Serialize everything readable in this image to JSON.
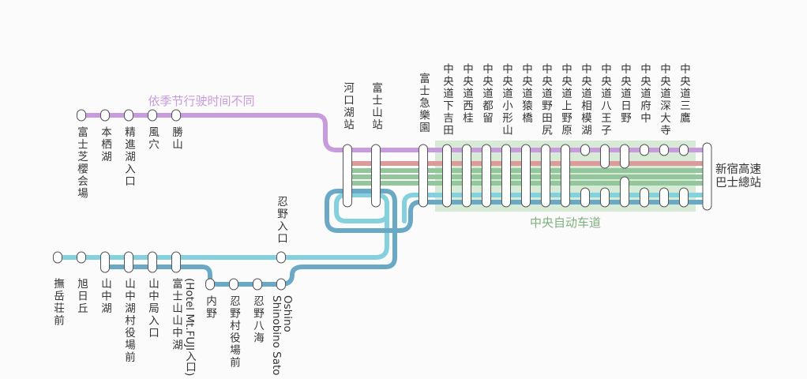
{
  "colors": {
    "purple": "#c89ade",
    "red": "#dd9a9a",
    "green": "#93c69a",
    "cyan": "#84d0dc",
    "blue": "#6aa9c6",
    "band": "#d7ead5",
    "band_label": "#7fb07f"
  },
  "labels": {
    "seasonal_note": "依季节行驶时间不同",
    "expressway": "中央自动车道",
    "terminal": [
      "新宿高速",
      "巴士總站"
    ]
  },
  "stations": {
    "kawaguchiko": "河口湖站",
    "fujisan": "富士山站",
    "fujikyu": "富士急樂園",
    "fujishiba": "富士芝櫻会場",
    "motosuko": "本栖湖",
    "shojiko": "精進湖入口",
    "fuketsu": "風穴",
    "katsuyama": "勝山",
    "oshino_entrance": "忍野入口",
    "chuo": [
      "中央道下吉田",
      "中央道西桂",
      "中央道都留",
      "中央道小形山",
      "中央道猿橋",
      "中央道野田尻",
      "中央道上野原",
      "中央道相模湖",
      "中央道八王子",
      "中央道日野",
      "中央道府中",
      "中央道深大寺",
      "中央道三鷹"
    ],
    "yamanaka": [
      "撫岳荘前",
      "旭日丘",
      "山中湖",
      "山中湖村役場前",
      "山中局入口",
      "富士山山中湖"
    ],
    "yamanaka_sub": "(Hotel Mt.FUJI入口)",
    "oshino": [
      "内野",
      "忍野村役場前",
      "忍野八海"
    ],
    "oshino_shinobi": [
      "Oshino",
      "Shinobino Sato"
    ]
  }
}
